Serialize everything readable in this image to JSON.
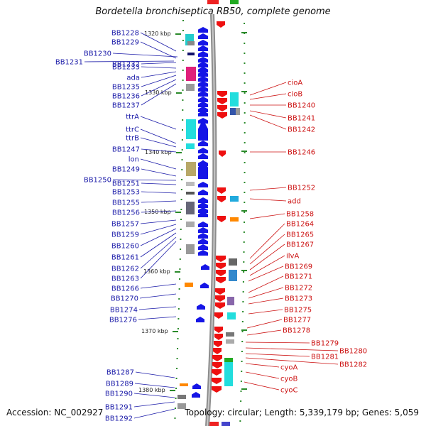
{
  "title": "Bordetella bronchiseptica RB50, complete genome",
  "accession_text": "Accession: NC_002927",
  "topology_text": "Topology: circular; Length: 5,339,179 bp; Genes: 5,059",
  "colors": {
    "left_label": "#1a1aa8",
    "right_label": "#cc1111",
    "backbone": "#8c8c8c",
    "tick": "#2a8a2a",
    "forward_gene": "#1515e6",
    "reverse_gene": "#ee1010"
  },
  "scale_labels": [
    "1320 kbp",
    "1330 kbp",
    "1340 kbp",
    "1350 kbp",
    "1360 kbp",
    "1370 kbp",
    "1380 kbp"
  ],
  "left_genes": [
    "BB1228",
    "BB1229",
    "BB1230",
    "BB1231",
    "BB1232",
    "BB1233",
    "ada",
    "BB1235",
    "BB1236",
    "BB1237",
    "ttrA",
    "ttrC",
    "ttrB",
    "BB1247",
    "lon",
    "BB1249",
    "BB1250",
    "BB1251",
    "BB1253",
    "BB1255",
    "BB1256",
    "BB1257",
    "BB1259",
    "BB1260",
    "BB1261",
    "BB1262",
    "BB1263",
    "BB1266",
    "BB1270",
    "BB1274",
    "BB1276",
    "BB1287",
    "BB1289",
    "BB1290",
    "BB1291",
    "BB1292"
  ],
  "right_genes": [
    "cioA",
    "cioB",
    "BB1240",
    "BB1241",
    "BB1242",
    "BB1246",
    "BB1252",
    "add",
    "BB1258",
    "BB1264",
    "BB1265",
    "BB1267",
    "ilvA",
    "BB1269",
    "BB1271",
    "BB1272",
    "BB1273",
    "BB1275",
    "BB1277",
    "BB1278",
    "BB1279",
    "BB1280",
    "BB1281",
    "BB1282",
    "cyoA",
    "cyoB",
    "cyoC"
  ]
}
